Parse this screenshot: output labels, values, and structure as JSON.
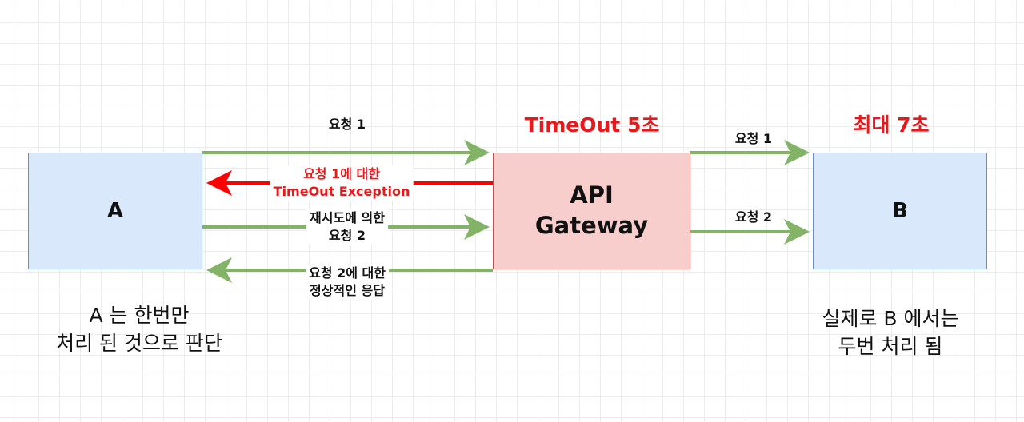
{
  "nodes": {
    "a": "A",
    "b": "B",
    "gateway_line1": "API",
    "gateway_line2": "Gateway"
  },
  "labels": {
    "timeout": "TimeOut 5초",
    "max": "최대 7초",
    "req1_a_to_gw": "요청 1",
    "timeout_ex_line1": "요청 1에 대한",
    "timeout_ex_line2": "TimeOut Exception",
    "retry_line1": "재시도에 의한",
    "retry_line2": "요청 2",
    "resp2_line1": "요청 2에 대한",
    "resp2_line2": "정상적인 응답",
    "req1_gw_to_b": "요청 1",
    "req2_gw_to_b": "요청 2"
  },
  "notes": {
    "a_line1": "A 는 한번만",
    "a_line2": "처리 된 것으로 판단",
    "b_line1": "실제로 B 에서는",
    "b_line2": "두번 처리 됨"
  },
  "colors": {
    "green_arrow": "#82b366",
    "red_arrow": "#ff0000",
    "red_text": "#e8191c",
    "client_fill": "#dae8fc",
    "gateway_fill": "#f8cecc"
  }
}
